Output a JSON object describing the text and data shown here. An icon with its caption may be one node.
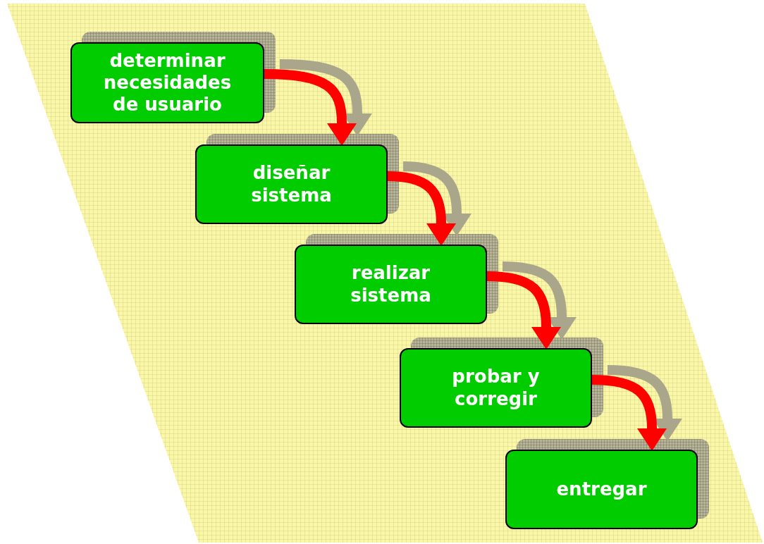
{
  "diagram": {
    "nodes": [
      {
        "text": [
          "determinar necesidades de usuario"
        ]
      },
      {
        "text": [
          "diseñar sistema"
        ]
      },
      {
        "text": [
          "realizar sistema"
        ]
      },
      {
        "text": [
          "probar y corregir"
        ]
      },
      {
        "text": [
          "entregar"
        ]
      }
    ],
    "edges": [
      {
        "from": 0,
        "to": 1,
        "arrow": "to"
      },
      {
        "from": 1,
        "to": 2,
        "arrow": "to"
      },
      {
        "from": 2,
        "to": 3,
        "arrow": "to"
      },
      {
        "from": 3,
        "to": 4,
        "arrow": "to"
      }
    ]
  }
}
